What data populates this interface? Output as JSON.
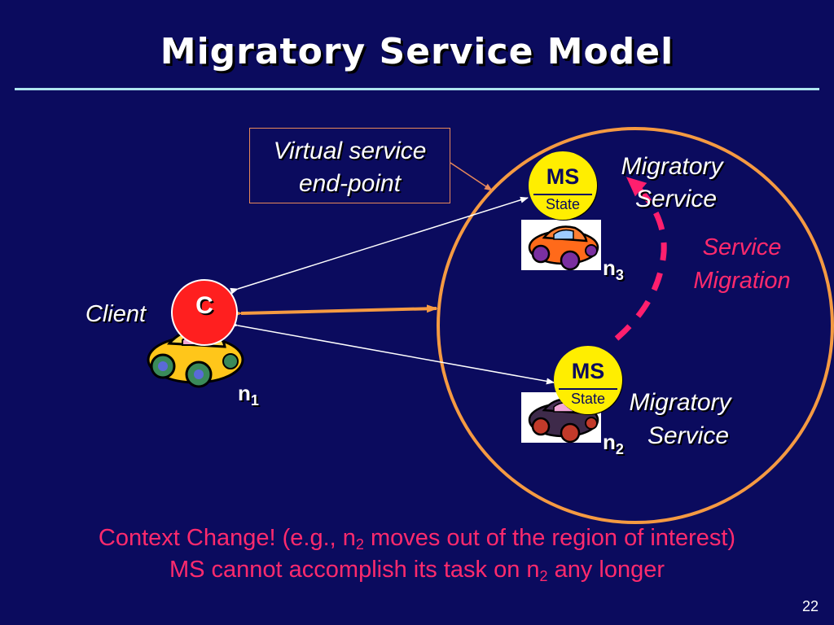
{
  "slide": {
    "title": "Migratory Service Model",
    "page_number": "22"
  },
  "callout": {
    "line1": "Virtual service",
    "line2": "end-point"
  },
  "client": {
    "label": "Client",
    "node_letter": "C",
    "node_name": "n",
    "node_sub": "1"
  },
  "ms_top": {
    "badge_label": "MS",
    "badge_state": "State",
    "label_line1": "Migratory",
    "label_line2": "Service",
    "node_name": "n",
    "node_sub": "3"
  },
  "ms_bottom": {
    "badge_label": "MS",
    "badge_state": "State",
    "label_line1": "Migratory",
    "label_line2": "Service",
    "node_name": "n",
    "node_sub": "2"
  },
  "migration": {
    "line1": "Service",
    "line2": "Migration"
  },
  "footer": {
    "l1_a": "Context Change! (e.g., n",
    "l1_sub": "2",
    "l1_b": " moves out of the region of interest)",
    "l2_a": "MS cannot accomplish its task on n",
    "l2_sub": "2",
    "l2_b": " any longer"
  },
  "colors": {
    "background": "#0b0b5e",
    "region_circle": "#f59a42",
    "migration_arrow": "#ff1f6e",
    "client_node": "#ff1f1f",
    "ms_badge": "#ffee00",
    "accent_text": "#ff2a6d"
  },
  "icons": {
    "client_car": "yellow-car-icon",
    "top_car": "orange-car-icon",
    "bottom_car": "purple-car-icon"
  }
}
